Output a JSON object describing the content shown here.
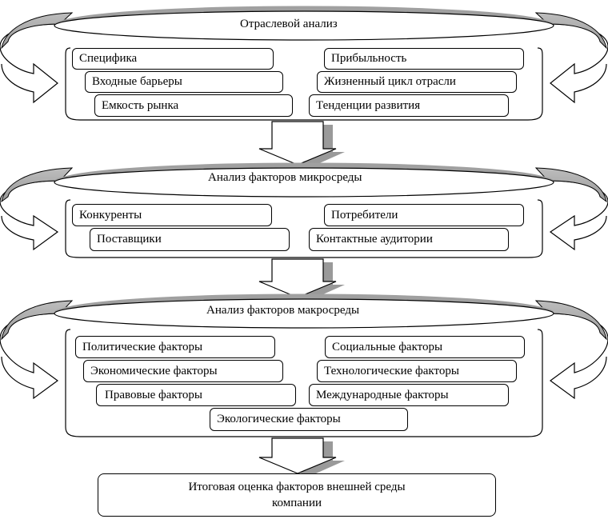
{
  "stages": [
    {
      "title": "Отраслевой анализ",
      "left_items": [
        "Специфика",
        "Входные барьеры",
        "Емкость рынка"
      ],
      "right_items": [
        "Прибыльность",
        "Жизненный цикл отрасли",
        "Тенденции развития"
      ]
    },
    {
      "title": "Анализ факторов микросреды",
      "left_items": [
        "Конкуренты",
        "Поставщики"
      ],
      "right_items": [
        "Потребители",
        "Контактные аудитории"
      ]
    },
    {
      "title": "Анализ факторов макросреды",
      "left_items": [
        "Политические факторы",
        "Экономические факторы",
        "Правовые факторы"
      ],
      "right_items": [
        "Социальные факторы",
        "Технологические факторы",
        "Международные факторы"
      ],
      "center_item": "Экологические факторы"
    }
  ],
  "final": {
    "line1": "Итоговая оценка факторов внешней среды",
    "line2": "компании"
  }
}
